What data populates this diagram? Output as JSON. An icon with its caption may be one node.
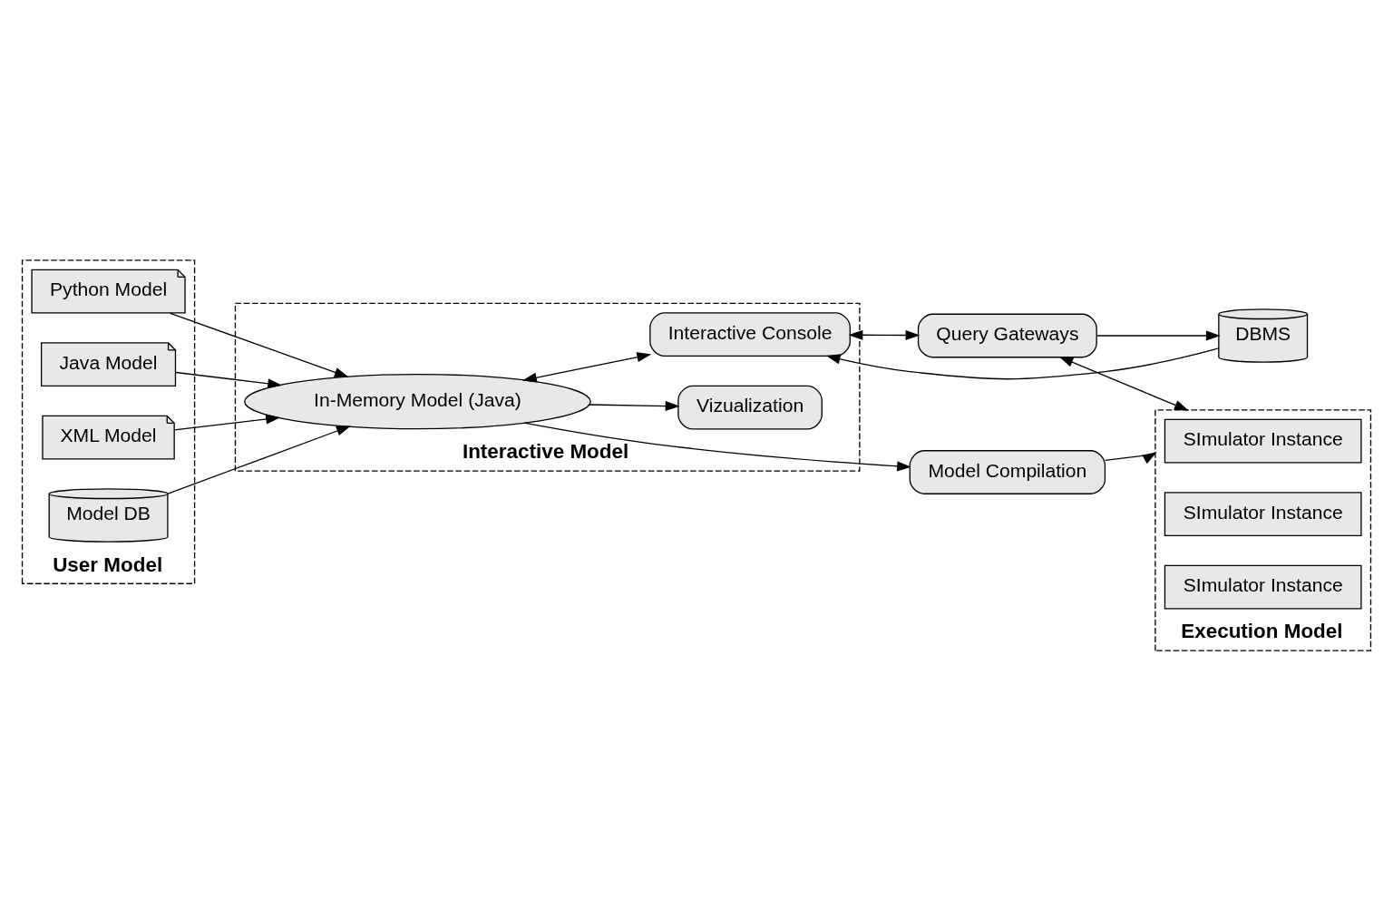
{
  "diagram": {
    "nodes": [
      {
        "text": [
          "User Model"
        ]
      },
      {
        "text": [
          "Python Model"
        ],
        "in": 0
      },
      {
        "text": [
          "Java Model"
        ],
        "in": 0
      },
      {
        "text": [
          "XML Model"
        ],
        "in": 0
      },
      {
        "text": [
          "Model DB"
        ],
        "in": 0
      },
      {
        "text": [
          "Model Compilation"
        ]
      },
      {
        "text": [
          "Interactive Model"
        ]
      },
      {
        "text": [
          "In-Memory Model (Java)"
        ],
        "in": 6
      },
      {
        "text": [
          "Vizualization"
        ],
        "in": 6
      },
      {
        "text": [
          "Interactive Console"
        ],
        "in": 6
      },
      {
        "text": [
          "Execution Model"
        ]
      },
      {
        "text": [
          "SImulator Instance"
        ],
        "in": 10
      },
      {
        "text": [
          "SImulator Instance"
        ],
        "in": 10
      },
      {
        "text": [
          "SImulator Instance"
        ],
        "in": 10
      },
      {
        "text": [
          "Query Gateways"
        ]
      },
      {
        "text": [
          "DBMS"
        ]
      }
    ],
    "edges": [
      {
        "from": 1,
        "to": 7,
        "arrow": "to"
      },
      {
        "from": 2,
        "to": 7,
        "arrow": "to"
      },
      {
        "from": 3,
        "to": 7,
        "arrow": "to"
      },
      {
        "from": 4,
        "to": 7,
        "arrow": "to"
      },
      {
        "from": 7,
        "to": 5,
        "arrow": "to"
      },
      {
        "from": 5,
        "to": 10,
        "arrow": "to"
      },
      {
        "from": 7,
        "to": 8,
        "arrow": "to"
      },
      {
        "from": 7,
        "to": 9,
        "arrow": "both"
      },
      {
        "from": 9,
        "to": 14,
        "arrow": "both"
      },
      {
        "from": 15,
        "to": 9,
        "arrow": "to"
      },
      {
        "from": 14,
        "to": 15,
        "arrow": "to"
      },
      {
        "from": 14,
        "to": 10,
        "arrow": "both"
      }
    ]
  }
}
